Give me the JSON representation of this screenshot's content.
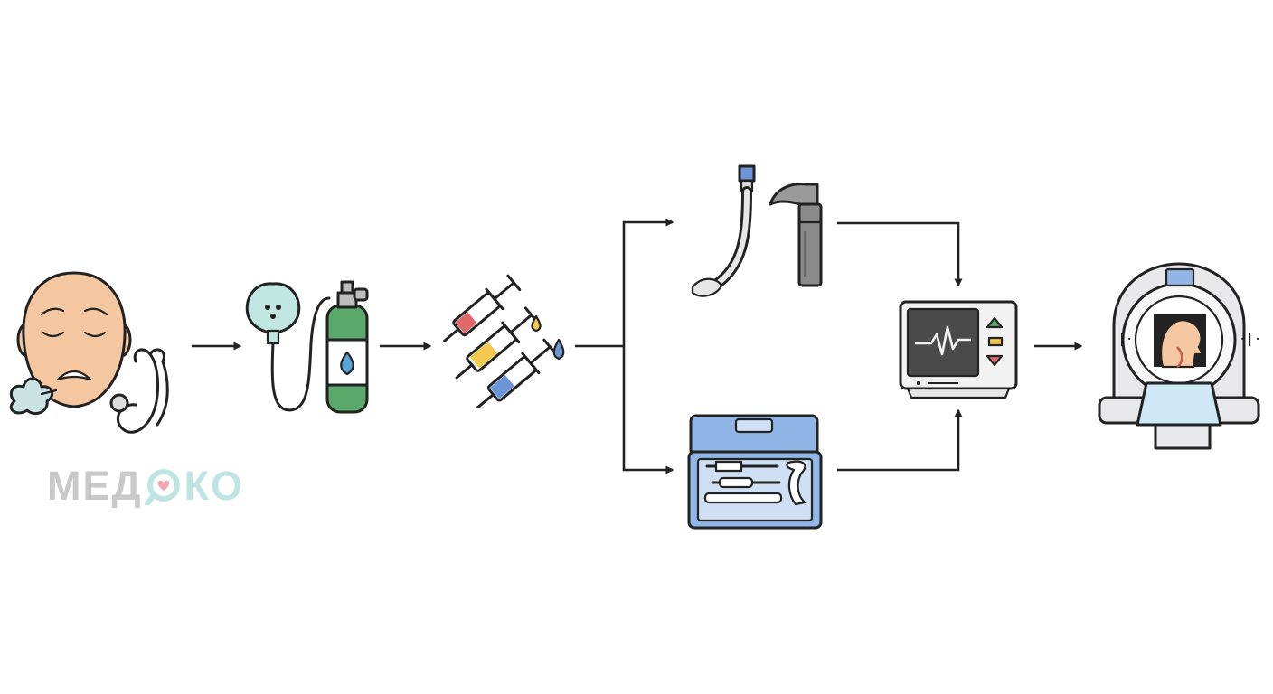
{
  "diagram": {
    "steps": [
      {
        "id": "patient",
        "icon": "distressed-patient-with-stethoscope-icon"
      },
      {
        "id": "oxygen",
        "icon": "oxygen-mask-and-cylinder-icon"
      },
      {
        "id": "drugs",
        "icon": "syringes-icon"
      },
      {
        "id": "intubation",
        "icon": "endotracheal-tube-and-laryngoscope-icon"
      },
      {
        "id": "airway-kit",
        "icon": "difficult-airway-kit-icon"
      },
      {
        "id": "monitoring",
        "icon": "vital-signs-monitor-icon"
      },
      {
        "id": "imaging",
        "icon": "ct-scanner-icon"
      }
    ],
    "connections": [
      {
        "from": "patient",
        "to": "oxygen"
      },
      {
        "from": "oxygen",
        "to": "drugs"
      },
      {
        "from": "drugs",
        "to": "intubation"
      },
      {
        "from": "drugs",
        "to": "airway-kit"
      },
      {
        "from": "intubation",
        "to": "monitoring"
      },
      {
        "from": "airway-kit",
        "to": "monitoring"
      },
      {
        "from": "monitoring",
        "to": "imaging"
      }
    ]
  },
  "colors": {
    "outline": "#222222",
    "skin": "#f4c7a1",
    "oxygen_green": "#5aa86b",
    "mask_teal": "#bfe6e0",
    "syringe_red": "#e06a6a",
    "syringe_yellow": "#f2c94c",
    "syringe_blue": "#6b95d6",
    "kit_blue": "#8fb6e6",
    "monitor_screen": "#4a4a4a",
    "scanner_gray": "#e8e8ea",
    "watermark_gray": "#c9c9c9",
    "watermark_teal": "#bfe4e4"
  },
  "watermark": {
    "left": "МЕД",
    "right": "КО",
    "icon": "eye-heart-logo-icon"
  }
}
